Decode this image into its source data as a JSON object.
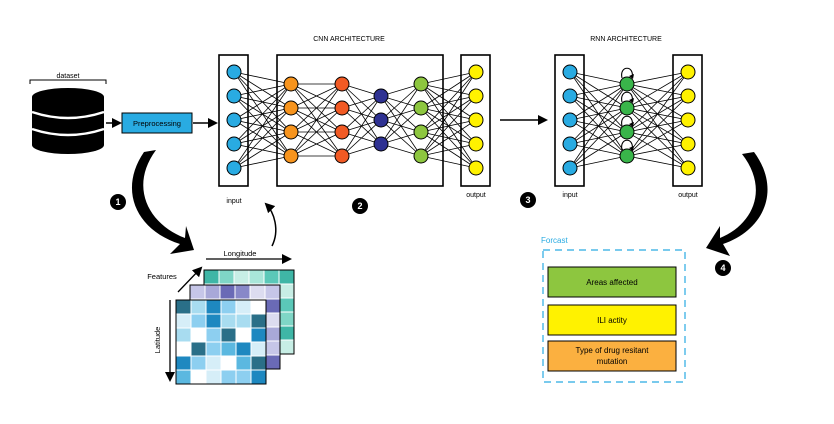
{
  "labels": {
    "dataset": "dataset",
    "preprocessing": "Preprocessing",
    "cnn_title": "CNN ARCHITECTURE",
    "rnn_title": "RNN ARCHITECTURE",
    "cnn_input": "input",
    "cnn_output": "output",
    "rnn_input": "input",
    "rnn_output": "output",
    "longitude": "Longitude",
    "features": "Features",
    "latitude": "Latitude",
    "forecast_title": "Forcast"
  },
  "steps": [
    "1",
    "2",
    "3",
    "4"
  ],
  "forecast": {
    "items": [
      {
        "line1": "Areas affected",
        "line2": "",
        "color": "#8dc63f"
      },
      {
        "line1": "ILI actity",
        "line2": "",
        "color": "#fff200"
      },
      {
        "line1": "Type of drug resitant",
        "line2": "mutation",
        "color": "#fbb040"
      }
    ]
  },
  "colors": {
    "input_node": "#29abe2",
    "cnn_hidden1": "#f7941d",
    "cnn_hidden2": "#f15a24",
    "cnn_hidden3": "#2e3192",
    "cnn_hidden4": "#8dc63f",
    "output_node": "#fff200",
    "rnn_hidden": "#39b54a",
    "preprocessing": "#29abe2",
    "forecast_border": "#29abe2"
  }
}
